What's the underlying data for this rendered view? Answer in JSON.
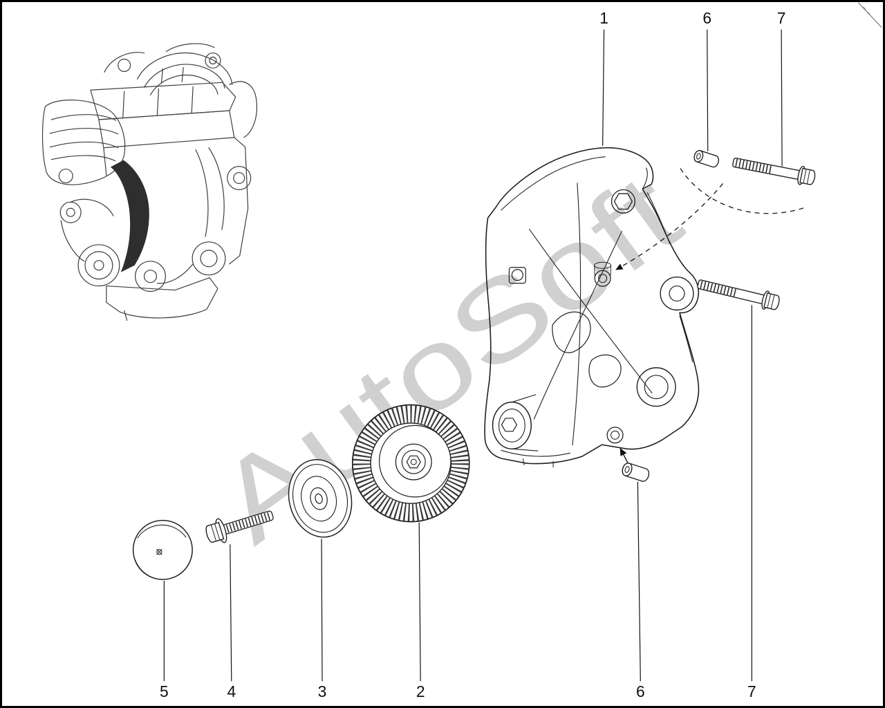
{
  "figure": {
    "watermark": "AutoSoft",
    "callouts": {
      "top": [
        {
          "label": "1"
        },
        {
          "label": "6"
        },
        {
          "label": "7"
        }
      ],
      "bottom": [
        {
          "label": "5"
        },
        {
          "label": "4"
        },
        {
          "label": "3"
        },
        {
          "label": "2"
        },
        {
          "label": "6"
        },
        {
          "label": "7"
        }
      ]
    }
  }
}
